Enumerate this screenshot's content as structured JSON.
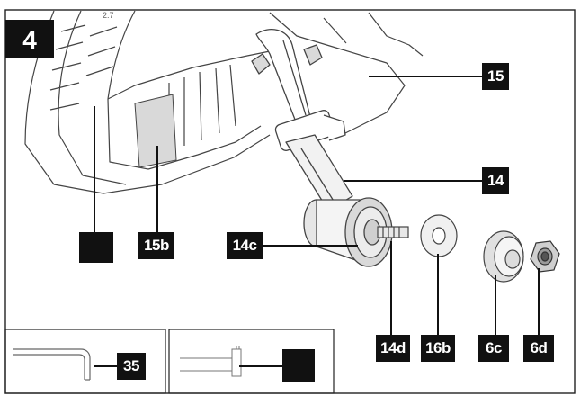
{
  "figure": {
    "number": "4",
    "corner_mark": "2.7"
  },
  "callouts": {
    "c15": "15",
    "c14": "14",
    "c15b": "15b",
    "c14c": "14c",
    "c14d": "14d",
    "c16b": "16b",
    "c6c": "6c",
    "c6d": "6d",
    "c35": "35",
    "blank_main": "",
    "blank_inset": ""
  },
  "colors": {
    "ink": "#111111",
    "paper": "#ffffff",
    "shade": "#d9d9d9",
    "line_art": "#444444"
  }
}
